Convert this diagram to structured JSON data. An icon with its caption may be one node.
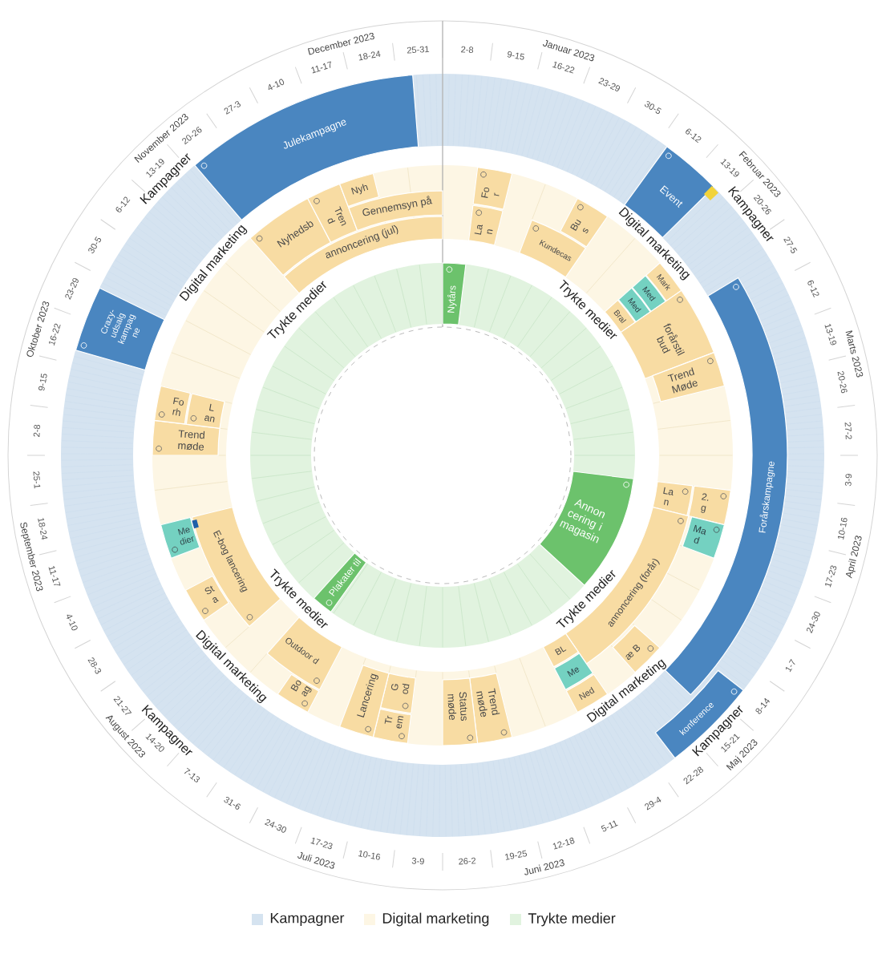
{
  "diagram": {
    "nodes": [
      {
        "text": [
          "Event"
        ]
      },
      {
        "text": [
          "Forårskampagne"
        ]
      },
      {
        "text": [
          "konference"
        ]
      },
      {
        "text": [
          "Crazy-udsalg kampag ne"
        ]
      },
      {
        "text": [
          "Julekampagne"
        ]
      },
      {
        "text": [
          "Fo r"
        ]
      },
      {
        "text": [
          "La n"
        ]
      },
      {
        "text": [
          "Kundecas"
        ]
      },
      {
        "text": [
          "Bu s"
        ]
      },
      {
        "text": [
          "Bral"
        ]
      },
      {
        "text": [
          "Med"
        ]
      },
      {
        "text": [
          "Med"
        ]
      },
      {
        "text": [
          "Mark"
        ]
      },
      {
        "text": [
          "forårstil bud"
        ]
      },
      {
        "text": [
          "Trend Møde"
        ]
      },
      {
        "text": [
          "La n"
        ]
      },
      {
        "text": [
          "2. g"
        ]
      },
      {
        "text": [
          "Ma d"
        ]
      },
      {
        "text": [
          "annoncering (forår)"
        ]
      },
      {
        "text": [
          "æ B"
        ]
      },
      {
        "text": [
          "BL"
        ]
      },
      {
        "text": [
          "Me"
        ]
      },
      {
        "text": [
          "Ned"
        ]
      },
      {
        "text": [
          "Trend møde"
        ]
      },
      {
        "text": [
          "Status møde"
        ]
      },
      {
        "text": [
          "G od"
        ]
      },
      {
        "text": [
          "Tr em"
        ]
      },
      {
        "text": [
          "Lancering"
        ]
      },
      {
        "text": [
          "Outdoor d"
        ]
      },
      {
        "text": [
          "Bo ag"
        ]
      },
      {
        "text": [
          "E-bog lancering"
        ]
      },
      {
        "text": [
          "St a"
        ]
      },
      {
        "text": [
          "Me dier"
        ]
      },
      {
        "text": [
          "Trend møde"
        ]
      },
      {
        "text": [
          "Fo rh"
        ]
      },
      {
        "text": [
          "L an"
        ]
      },
      {
        "text": [
          "Nyhedsb"
        ]
      },
      {
        "text": [
          "Tren d"
        ]
      },
      {
        "text": [
          "Nyh"
        ]
      },
      {
        "text": [
          "Gennemsyn på"
        ]
      },
      {
        "text": [
          "annoncering (jul)"
        ]
      },
      {
        "text": [
          "Nytårs"
        ]
      },
      {
        "text": [
          "Annon cering i magasin"
        ]
      },
      {
        "text": [
          "Plakater til"
        ]
      }
    ],
    "labels": [
      "Januar 2023",
      "2-8",
      "9-15",
      "16-22",
      "23-29",
      "30-5",
      "Februar 2023",
      "6-12",
      "13-19",
      "20-26",
      "27-5",
      "Marts 2023",
      "6-12",
      "13-19",
      "20-26",
      "27-2",
      "April 2023",
      "3-9",
      "10-16",
      "17-23",
      "24-30",
      "Maj 2023",
      "1-7",
      "8-14",
      "15-21",
      "22-28",
      "29-4",
      "Juni 2023",
      "5-11",
      "12-18",
      "19-25",
      "26-2",
      "Juli 2023",
      "3-9",
      "10-16",
      "17-23",
      "24-30",
      "31-6",
      "August 2023",
      "7-13",
      "14-20",
      "21-27",
      "28-3",
      "September 2023",
      "4-10",
      "11-17",
      "18-24",
      "25-1",
      "Oktober 2023",
      "2-8",
      "9-15",
      "16-22",
      "23-29",
      "30-5",
      "November 2023",
      "6-12",
      "13-19",
      "20-26",
      "27-3",
      "December 2023",
      "4-10",
      "11-17",
      "18-24",
      "25-31",
      "Kampagner",
      "Digital marketing",
      "Trykte medier",
      "Kampagner",
      "Digital marketing",
      "Trykte medier",
      "Kampagner",
      "Digital marketing",
      "Trykte medier",
      "Kampagner",
      "Digital marketing",
      "Trykte medier"
    ],
    "legend": [
      {
        "text": "Kampagner",
        "color": "#d5e3f0"
      },
      {
        "text": "Digital marketing",
        "color": "#fdf6e4"
      },
      {
        "text": "Trykte medier",
        "color": "#e1f3df"
      }
    ]
  }
}
